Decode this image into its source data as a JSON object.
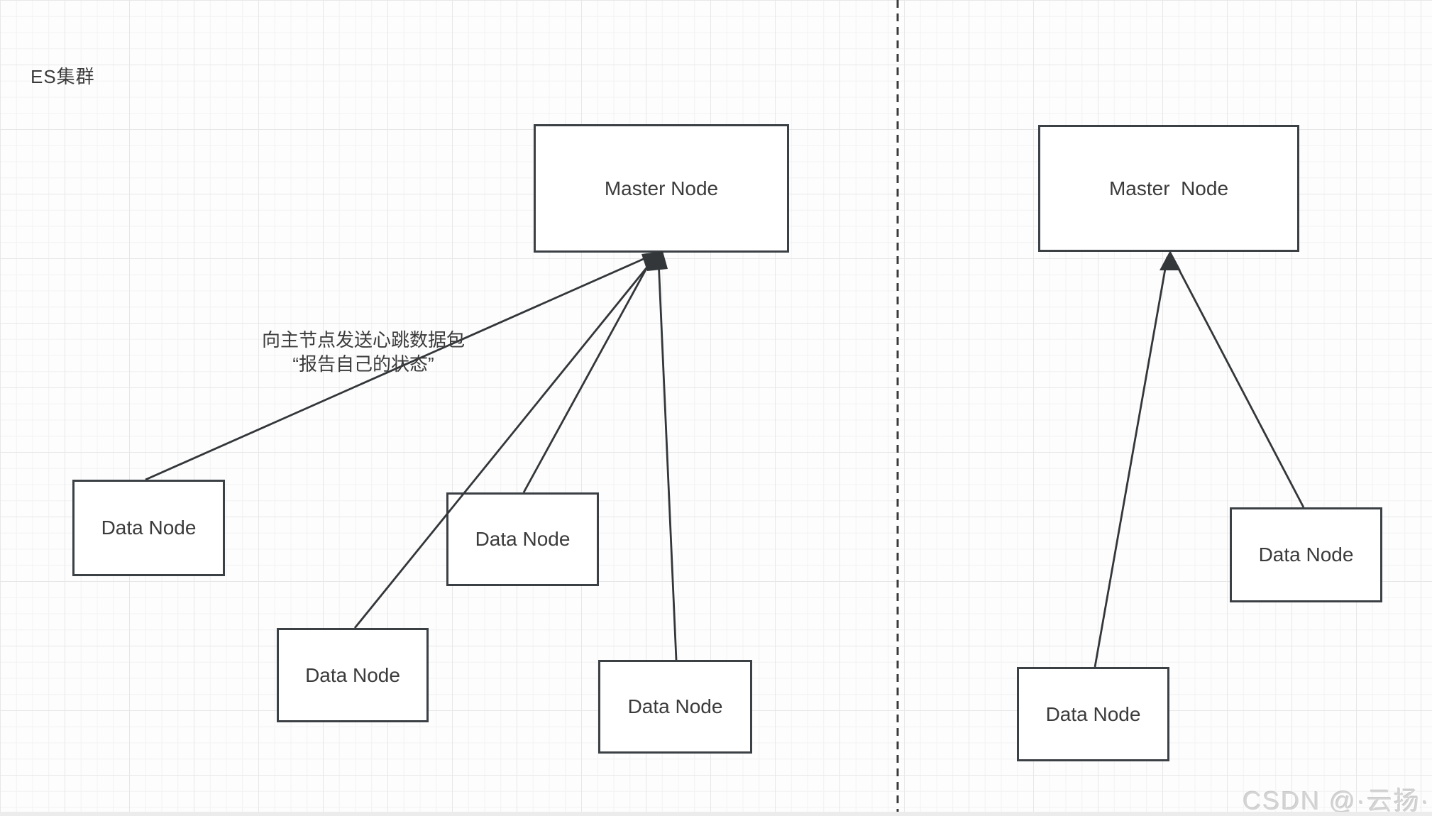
{
  "diagram": {
    "title": "ES集群",
    "left_cluster": {
      "master": {
        "label": "Master Node"
      },
      "data_nodes": [
        {
          "label": "Data Node"
        },
        {
          "label": "Data Node"
        },
        {
          "label": "Data Node"
        },
        {
          "label": "Data Node"
        }
      ],
      "annotation": {
        "line1": "向主节点发送心跳数据包",
        "line2": "“报告自己的状态”"
      }
    },
    "right_cluster": {
      "master": {
        "label": "Master  Node"
      },
      "data_nodes": [
        {
          "label": "Data Node"
        },
        {
          "label": "Data Node"
        }
      ]
    },
    "watermark": "CSDN @·云扬·",
    "colors": {
      "background": "#fdfdfd",
      "grid_minor": "#f2f2f2",
      "grid_major": "#e7e7e7",
      "node_border": "#3b4045",
      "node_fill": "#ffffff",
      "connector": "#33373a",
      "divider": "#3a3a3a",
      "text": "#3b3b3b",
      "watermark": "#d4d4d4"
    }
  }
}
